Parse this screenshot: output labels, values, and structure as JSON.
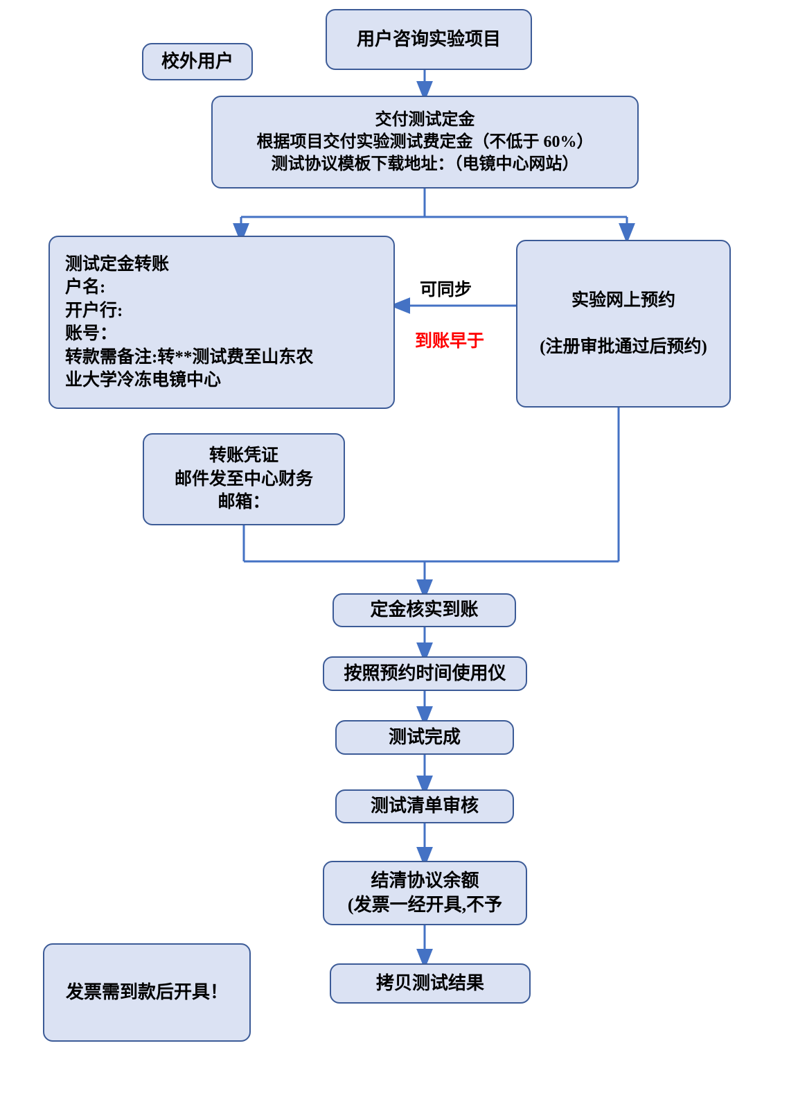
{
  "diagram": {
    "title_absent": true,
    "colors": {
      "node_fill": "#dbe2f3",
      "node_border": "#3c5b97",
      "connector": "#4472c4",
      "text": "#000000",
      "warning_text": "#ff0000"
    },
    "nodes": [
      {
        "id": "external-user",
        "text": "校外用户"
      },
      {
        "id": "user-inquiry",
        "text": "用户咨询实验项目"
      },
      {
        "id": "pay-deposit",
        "text": "交付测试定金\n根据项目交付实验测试费定金（不低于 60%）\n测试协议模板下载地址：（电镜中心网站）"
      },
      {
        "id": "deposit-transfer",
        "text": "测试定金转账\n户名:\n开户行:\n账号：\n转款需备注:转**测试费至山东农\n业大学冷冻电镜中心"
      },
      {
        "id": "online-reservation",
        "text": "实验网上预约\n\n(注册审批通过后预约)"
      },
      {
        "id": "transfer-voucher",
        "text": "转账凭证\n邮件发至中心财务\n邮箱："
      },
      {
        "id": "deposit-verified",
        "text": "定金核实到账"
      },
      {
        "id": "use-instrument",
        "text": "按照预约时间使用仪"
      },
      {
        "id": "test-complete",
        "text": "测试完成"
      },
      {
        "id": "test-list-review",
        "text": "测试清单审核"
      },
      {
        "id": "settle-balance",
        "text": "结清协议余额\n(发票一经开具,不予"
      },
      {
        "id": "copy-results",
        "text": "拷贝测试结果"
      },
      {
        "id": "invoice-note",
        "text": "发票需到款后开具！"
      }
    ],
    "edge_labels": [
      {
        "id": "sync-label",
        "text": "可同步"
      },
      {
        "id": "arrival-earlier-label",
        "text": "到账早于"
      }
    ]
  }
}
